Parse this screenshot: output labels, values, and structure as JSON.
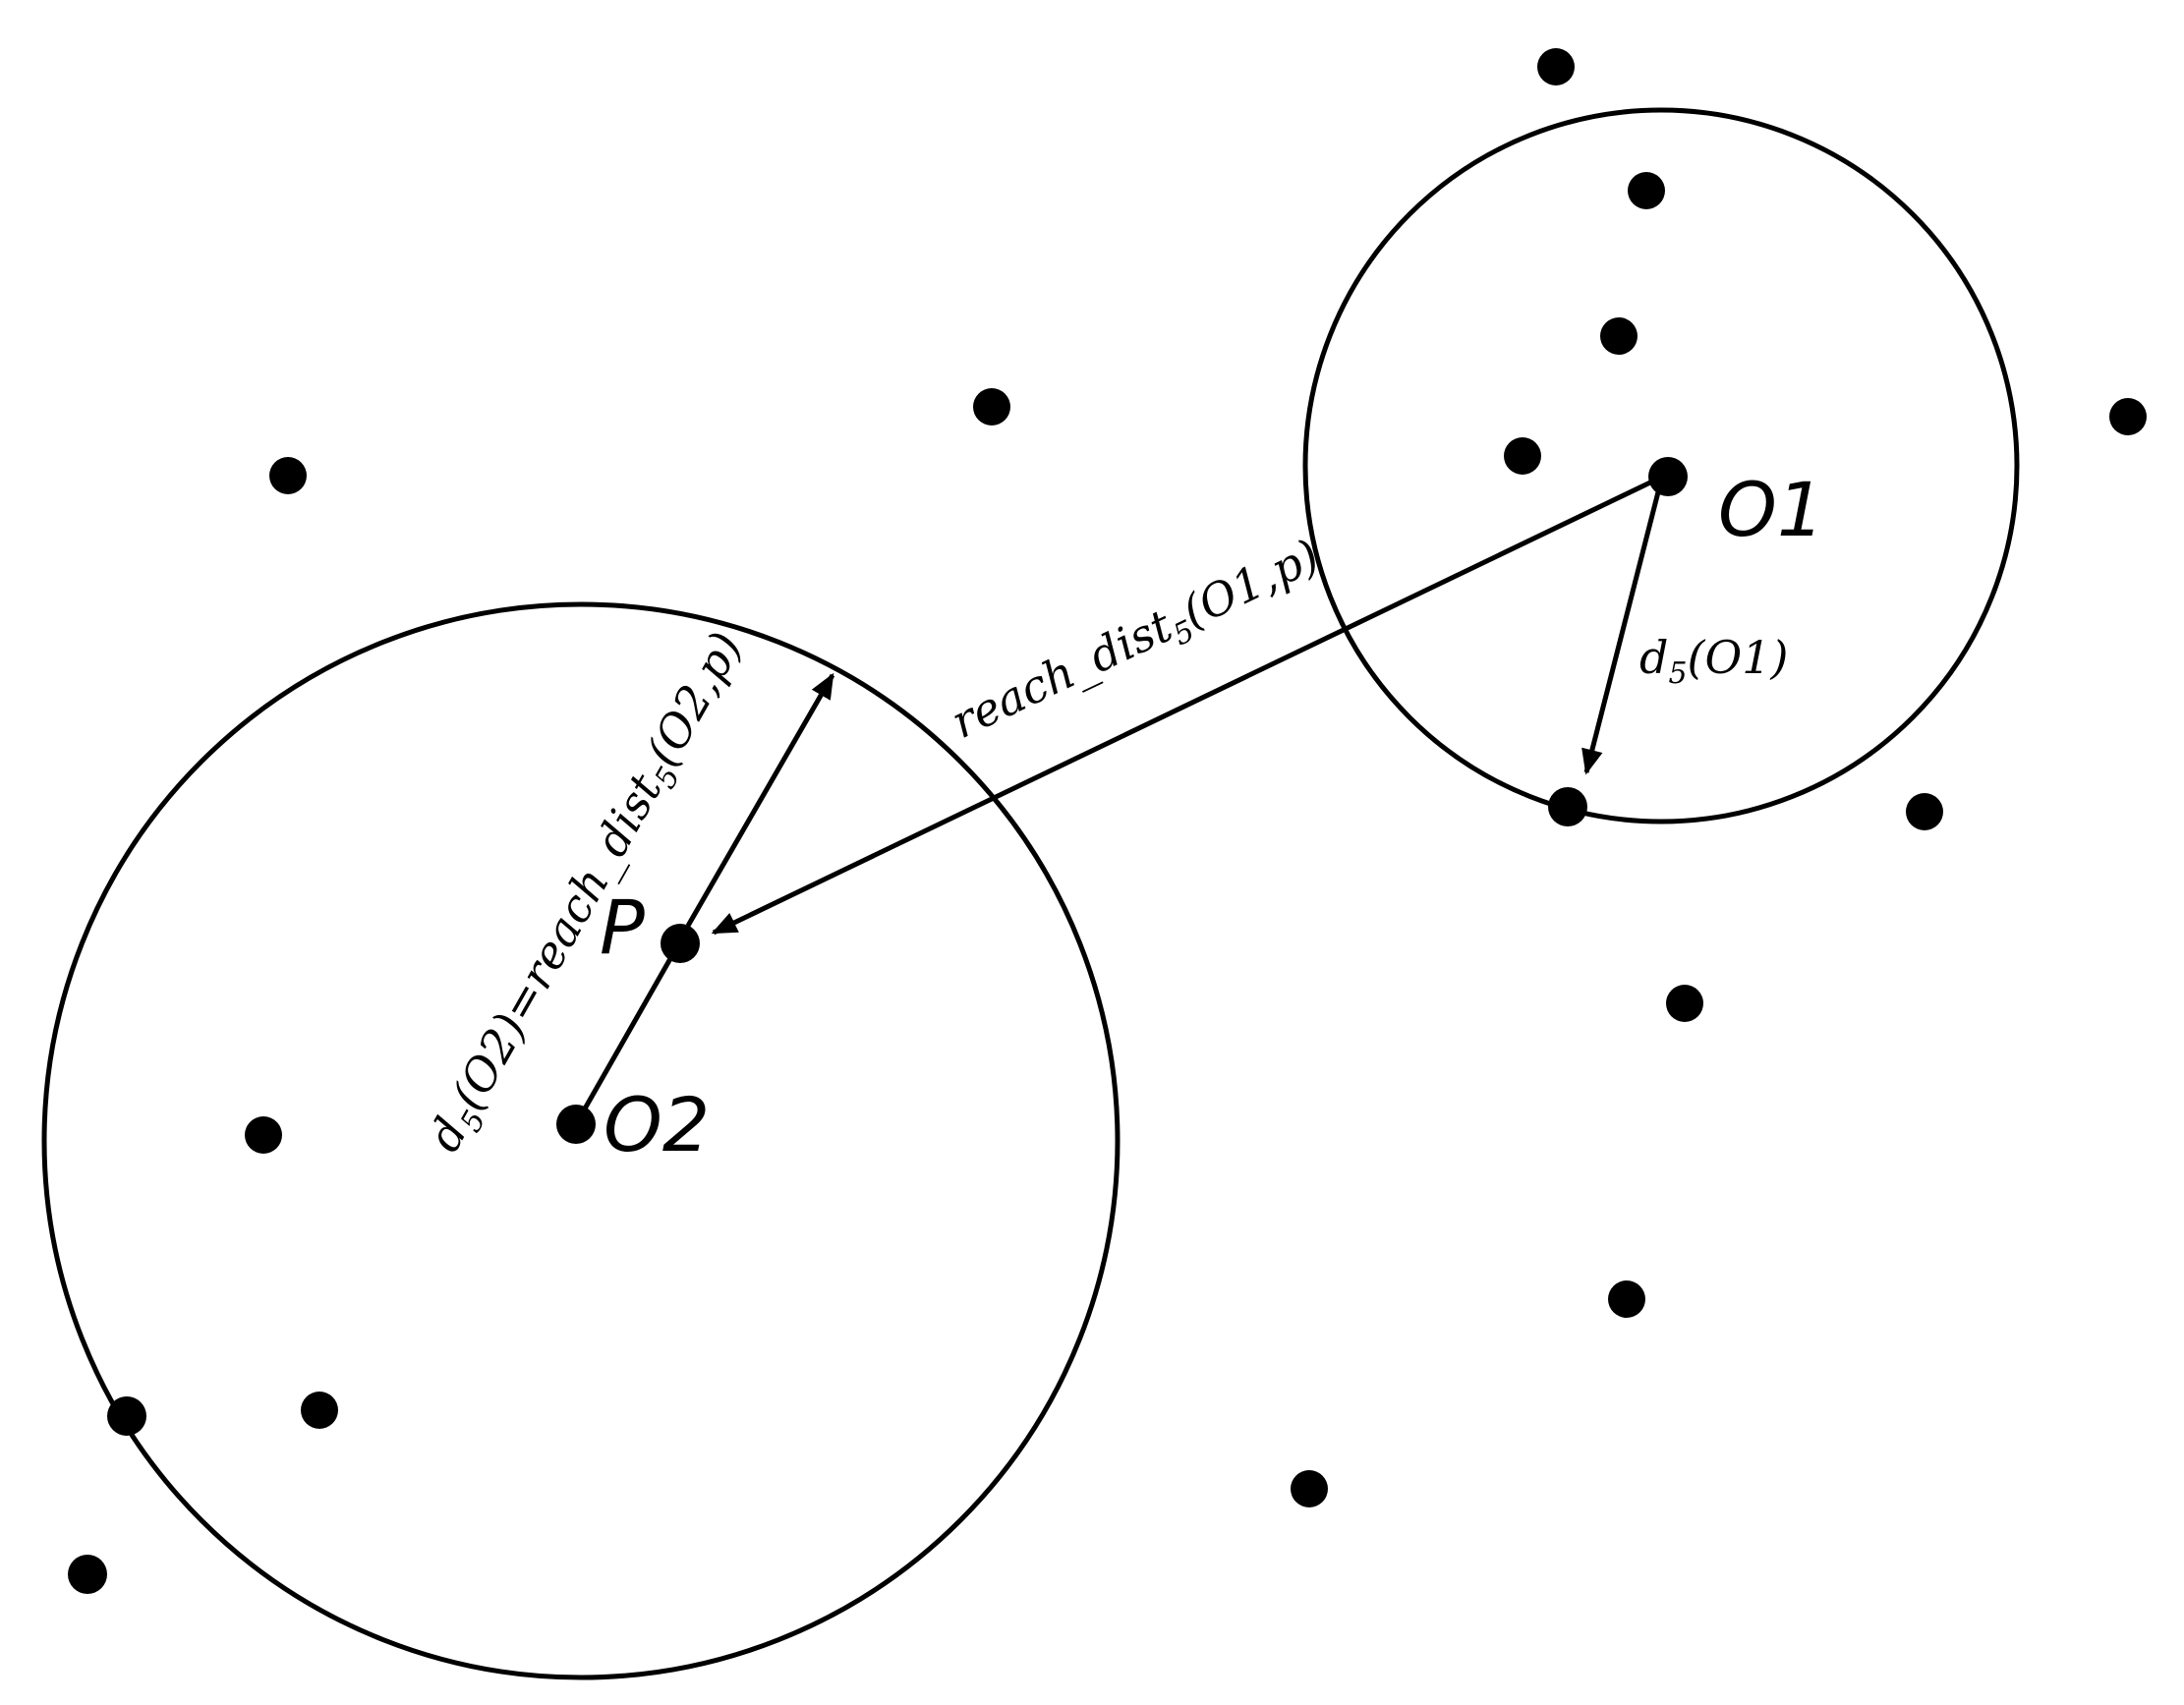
{
  "colors": {
    "ink": "#000000",
    "background": "#ffffff"
  },
  "objects": {
    "o1": {
      "label": "O1"
    },
    "o2": {
      "label": "O2"
    },
    "p": {
      "label": "P"
    }
  },
  "annotations": {
    "d5_o1": {
      "prefix": "d",
      "sub": "5",
      "suffix": "(O1)"
    },
    "reach_dist_o1_p": {
      "prefix": "reach_dist",
      "sub": "5",
      "suffix": "(O1,p)"
    },
    "d5_o2_reach_dist_o2_p": {
      "prefix": "d",
      "sub": "5",
      "mid": "(O2)=reach_dist",
      "sub2": "5",
      "suffix": "(O2,p)"
    }
  }
}
